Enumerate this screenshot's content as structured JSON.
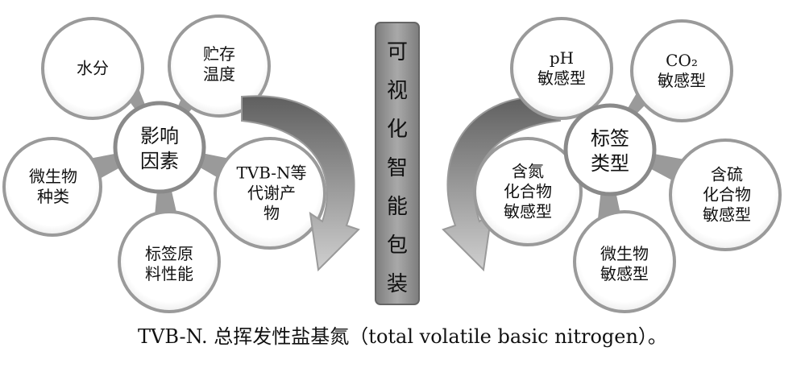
{
  "left_flower": {
    "hub": [
      "影响",
      "因素"
    ],
    "petals": [
      {
        "lines": [
          "水分"
        ]
      },
      {
        "lines": [
          "贮存",
          "温度"
        ]
      },
      {
        "lines": [
          "TVB-N等",
          "代谢产",
          "物"
        ]
      },
      {
        "lines": [
          "标签原",
          "料性能"
        ]
      },
      {
        "lines": [
          "微生物",
          "种类"
        ]
      }
    ]
  },
  "center_bar": {
    "chars": [
      "可",
      "视",
      "化",
      "智",
      "能",
      "包",
      "装"
    ]
  },
  "right_flower": {
    "hub": [
      "标签",
      "类型"
    ],
    "petals": [
      {
        "lines": [
          "pH",
          "敏感型"
        ]
      },
      {
        "lines": [
          "CO₂",
          "敏感型"
        ]
      },
      {
        "lines": [
          "含硫",
          "化合物",
          "敏感型"
        ]
      },
      {
        "lines": [
          "微生物",
          "敏感型"
        ]
      },
      {
        "lines": [
          "含氮",
          "化合物",
          "敏感型"
        ]
      }
    ]
  },
  "caption": "TVB-N. 总挥发性盐基氮（total volatile basic nitrogen）。",
  "colors": {
    "petal_fill": "#ffffff",
    "stroke": "#9a9a9a",
    "bar": "#8f8f8f",
    "arrow": "#a8a8a8"
  }
}
